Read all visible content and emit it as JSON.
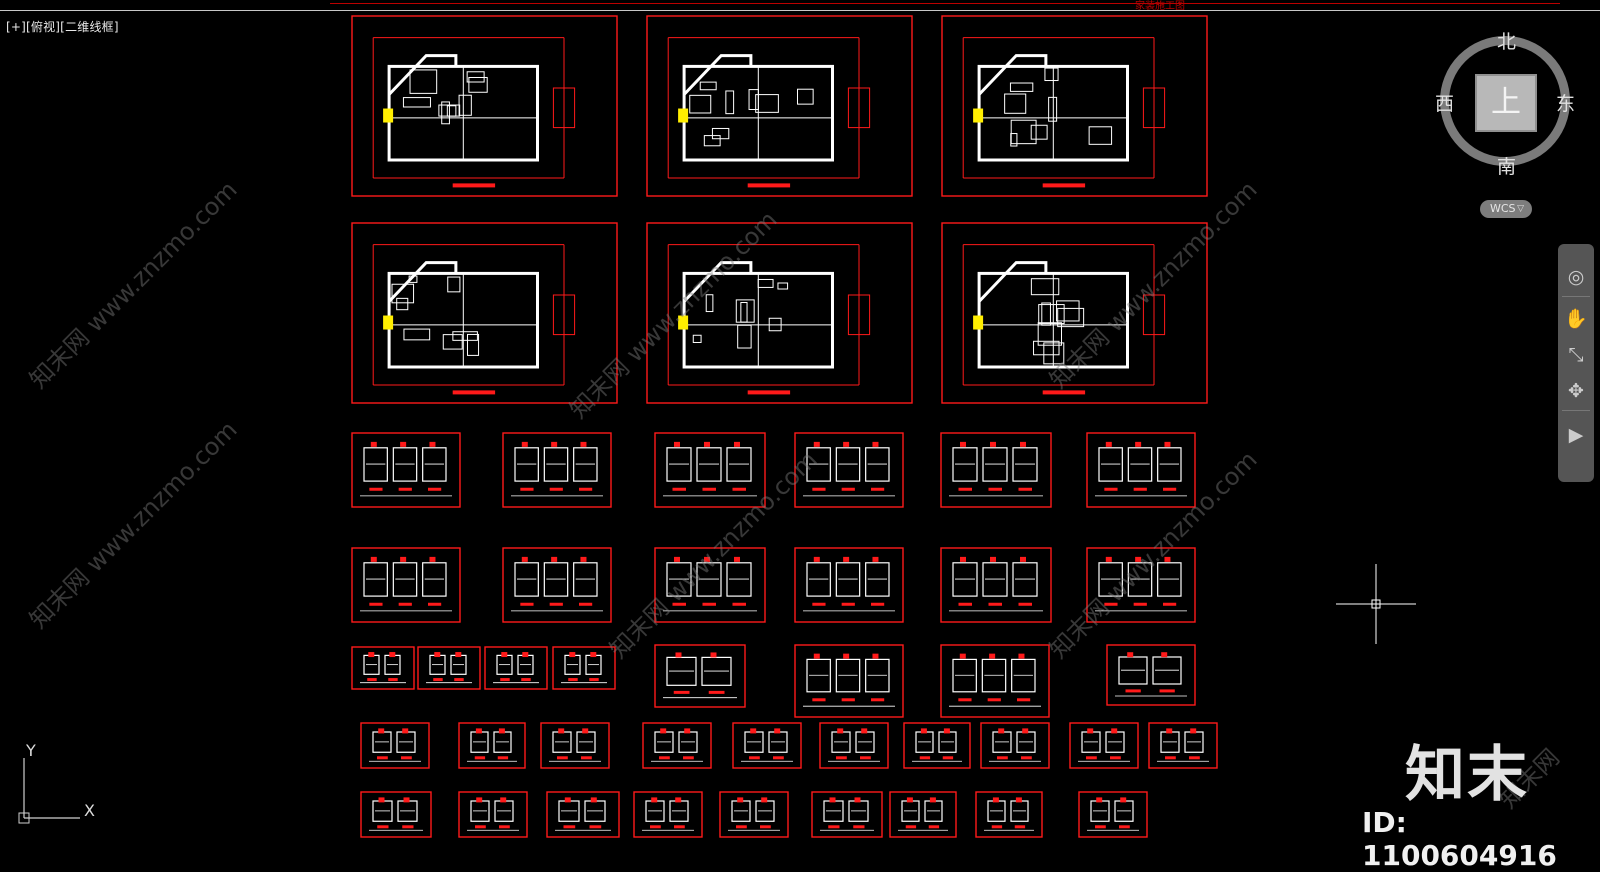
{
  "topbar": {
    "title": "家装施工图"
  },
  "viewport": {
    "label": "[+][俯视][二维线框]"
  },
  "compass": {
    "north": "北",
    "south": "南",
    "east": "东",
    "west": "西",
    "top_face": "上"
  },
  "wcs": {
    "label": "WCS"
  },
  "navbar": {
    "tools": [
      "steering-wheel-icon",
      "pan-hand-icon",
      "zoom-extents-icon",
      "orbit-icon",
      "showmotion-icon"
    ]
  },
  "ucs": {
    "x_label": "X",
    "y_label": "Y"
  },
  "watermarks": [
    "知末网 www.znzmo.com",
    "知末网 www.znzmo.com",
    "知末网 www.znzmo.com",
    "知末网 www.znzmo.com",
    "知末网 www.znzmo.com",
    "知末网 www.znzmo.com",
    "知末网"
  ],
  "brand": {
    "logo": "知末",
    "id_text": "ID: 1100604916"
  },
  "colors": {
    "background": "#000000",
    "frame_red": "#ff1a1a",
    "line_white": "#ffffff",
    "accent_yellow": "#ffee00"
  }
}
